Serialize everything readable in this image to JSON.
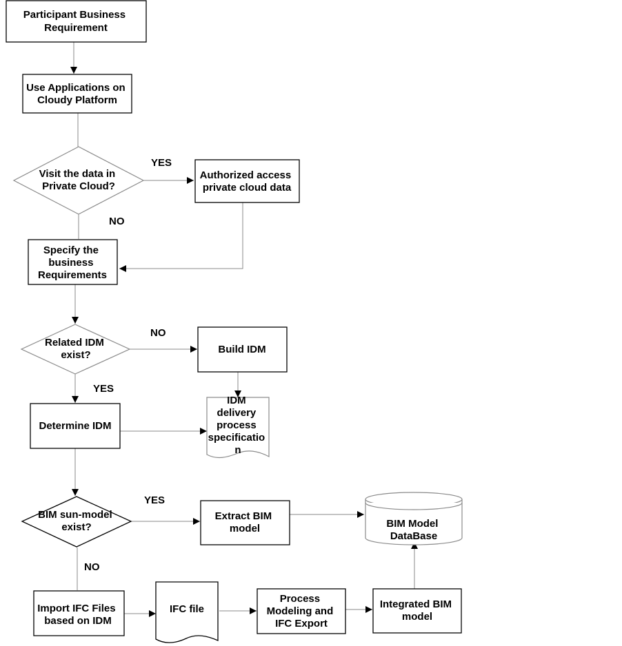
{
  "nodes": {
    "participant_requirement": [
      "Participant Business",
      "Requirement"
    ],
    "use_applications": [
      "Use Applications on",
      "Cloudy Platform"
    ],
    "visit_private_cloud": [
      "Visit the data in",
      "Private Cloud?"
    ],
    "authorized_access": [
      "Authorized access",
      "private cloud data"
    ],
    "specify_requirements": [
      "Specify the",
      "business",
      "Requirements"
    ],
    "related_idm_exist": [
      "Related IDM",
      "exist?"
    ],
    "build_idm": [
      "Build IDM"
    ],
    "determine_idm": [
      "Determine IDM"
    ],
    "idm_spec": [
      "IDM",
      "delivery",
      "process",
      "specificatio",
      "n"
    ],
    "bim_submodel_exist": [
      "BIM sun-model",
      "exist?"
    ],
    "extract_bim": [
      "Extract BIM",
      "model"
    ],
    "bim_database": [
      "BIM Model",
      "DataBase"
    ],
    "import_ifc": [
      "Import IFC Files",
      "based on IDM"
    ],
    "ifc_file": [
      "IFC file"
    ],
    "process_modeling": [
      "Process",
      "Modeling and",
      "IFC Export"
    ],
    "integrated_bim": [
      "Integrated BIM",
      "model"
    ]
  },
  "edge_labels": {
    "private_cloud_yes": "YES",
    "private_cloud_no": "NO",
    "idm_exist_no": "NO",
    "idm_exist_yes": "YES",
    "bim_exist_yes": "YES",
    "bim_exist_no": "NO"
  }
}
